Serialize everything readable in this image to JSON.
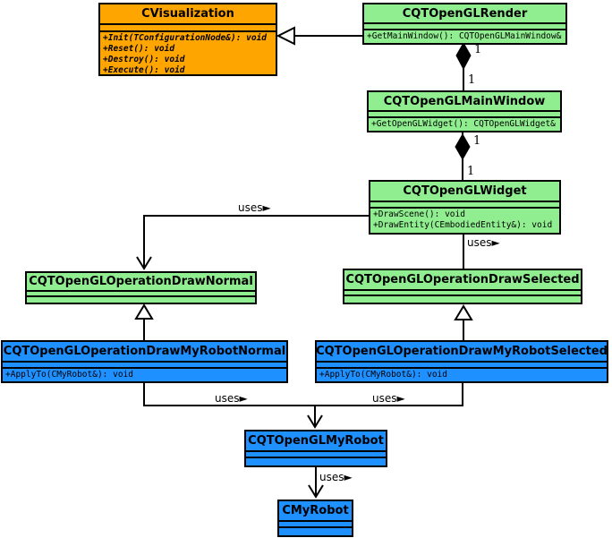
{
  "colors": {
    "orange": "#FFA500",
    "green": "#90EE90",
    "blue": "#1E90FF",
    "line": "#000000",
    "background": "#FFFFFF"
  },
  "labels": {
    "uses": "uses►",
    "one": "1"
  },
  "classes": {
    "cvisualization": {
      "name": "CVisualization",
      "methods": [
        "+Init(TConfigurationNode&): void",
        "+Reset(): void",
        "+Destroy(): void",
        "+Execute(): void"
      ]
    },
    "render": {
      "name": "CQTOpenGLRender",
      "methods": [
        "+GetMainWindow(): CQTOpenGLMainWindow&"
      ]
    },
    "mainwindow": {
      "name": "CQTOpenGLMainWindow",
      "methods": [
        "+GetOpenGLWidget(): CQTOpenGLWidget&"
      ]
    },
    "widget": {
      "name": "CQTOpenGLWidget",
      "methods": [
        "+DrawScene(): void",
        "+DrawEntity(CEmbodiedEntity&): void"
      ]
    },
    "draw_normal": {
      "name": "CQTOpenGLOperationDrawNormal",
      "methods": []
    },
    "draw_selected": {
      "name": "CQTOpenGLOperationDrawSelected",
      "methods": []
    },
    "draw_myrobot_normal": {
      "name": "CQTOpenGLOperationDrawMyRobotNormal",
      "methods": [
        "+ApplyTo(CMyRobot&): void"
      ]
    },
    "draw_myrobot_selected": {
      "name": "CQTOpenGLOperationDrawMyRobotSelected",
      "methods": [
        "+ApplyTo(CMyRobot&): void"
      ]
    },
    "gl_myrobot": {
      "name": "CQTOpenGLMyRobot",
      "methods": []
    },
    "cmyrobot": {
      "name": "CMyRobot",
      "methods": []
    }
  },
  "edges": [
    {
      "from": "CQTOpenGLRender",
      "to": "CVisualization",
      "type": "generalization"
    },
    {
      "from": "CQTOpenGLRender",
      "to": "CQTOpenGLMainWindow",
      "type": "composition",
      "from_multiplicity": "1",
      "to_multiplicity": "1"
    },
    {
      "from": "CQTOpenGLMainWindow",
      "to": "CQTOpenGLWidget",
      "type": "composition",
      "from_multiplicity": "1",
      "to_multiplicity": "1"
    },
    {
      "from": "CQTOpenGLWidget",
      "to": "CQTOpenGLOperationDrawNormal",
      "type": "dependency",
      "label": "uses"
    },
    {
      "from": "CQTOpenGLWidget",
      "to": "CQTOpenGLOperationDrawSelected",
      "type": "dependency",
      "label": "uses"
    },
    {
      "from": "CQTOpenGLOperationDrawMyRobotNormal",
      "to": "CQTOpenGLOperationDrawNormal",
      "type": "generalization"
    },
    {
      "from": "CQTOpenGLOperationDrawMyRobotSelected",
      "to": "CQTOpenGLOperationDrawSelected",
      "type": "generalization"
    },
    {
      "from": "CQTOpenGLOperationDrawMyRobotNormal",
      "to": "CQTOpenGLMyRobot",
      "type": "dependency",
      "label": "uses"
    },
    {
      "from": "CQTOpenGLOperationDrawMyRobotSelected",
      "to": "CQTOpenGLMyRobot",
      "type": "dependency",
      "label": "uses"
    },
    {
      "from": "CQTOpenGLMyRobot",
      "to": "CMyRobot",
      "type": "dependency",
      "label": "uses"
    }
  ]
}
